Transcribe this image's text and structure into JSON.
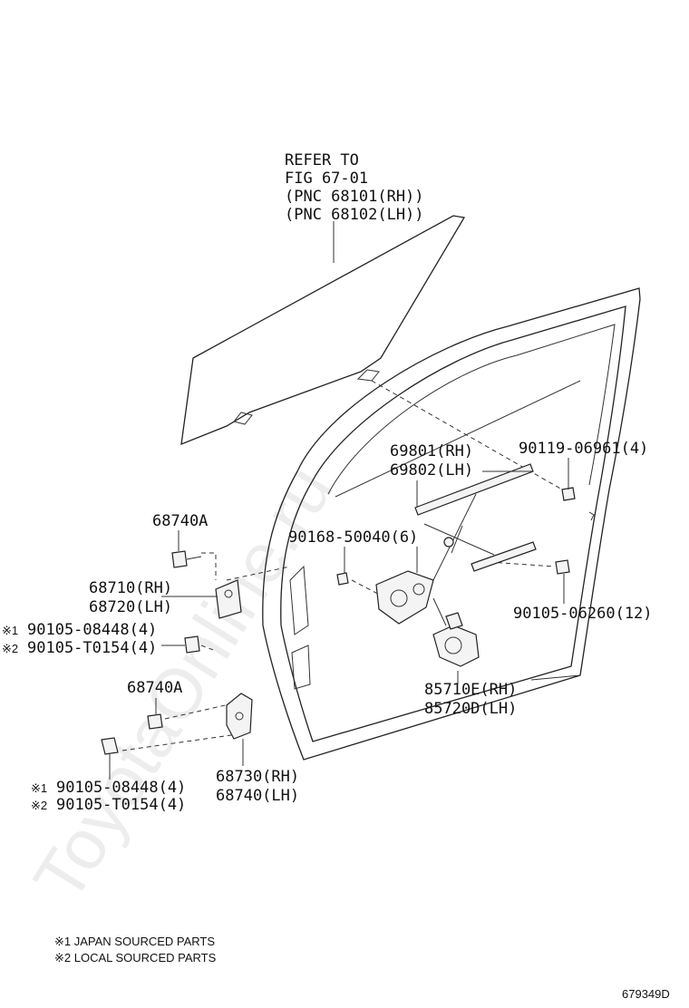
{
  "watermark": "ToyotaOnline.ru",
  "labels": {
    "refer_1": "REFER TO",
    "refer_2": "FIG 67-01",
    "refer_3": "(PNC 68101(RH))",
    "refer_4": "(PNC 68102(LH))",
    "p69801": "69801(RH)",
    "p69802": "69802(LH)",
    "p90119": "90119-06961(4)",
    "p68740a_top": "68740A",
    "p90168": "90168-50040(6)",
    "p68710": "68710(RH)",
    "p68720": "68720(LH)",
    "p90105_upper_1": "90105-08448(4)",
    "p90105_upper_2": "90105-T0154(4)",
    "p90105_06260": "90105-06260(12)",
    "p68740a_bottom": "68740A",
    "p85710": "85710E(RH)",
    "p85720": "85720D(LH)",
    "p68730": "68730(RH)",
    "p68740": "68740(LH)",
    "p90105_lower_1": "90105-08448(4)",
    "p90105_lower_2": "90105-T0154(4)"
  },
  "marks": {
    "m1": "※1",
    "m2": "※2"
  },
  "notes": {
    "note1": "※1 JAPAN SOURCED PARTS",
    "note2": "※2 LOCAL SOURCED PARTS"
  },
  "figure_id": "679349D"
}
